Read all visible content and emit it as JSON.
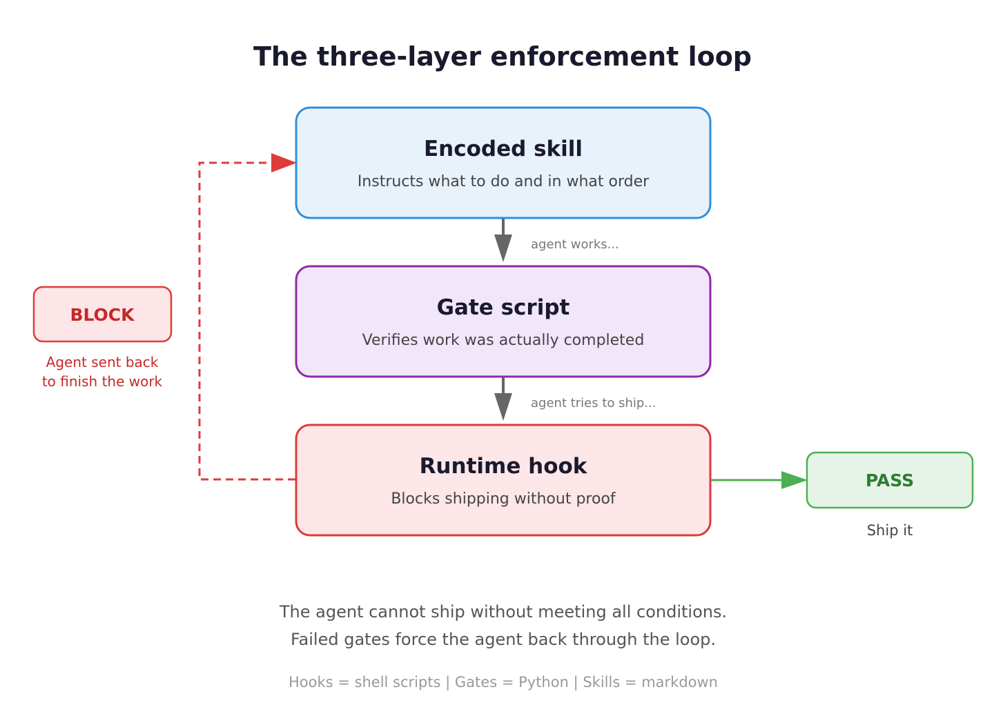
{
  "title": "The three-layer enforcement loop",
  "layers": [
    {
      "name": "Encoded skill",
      "description": "Instructs what to do and in what order",
      "border_color": "#2f8fdb",
      "fill_color": "#e8f2fb"
    },
    {
      "name": "Gate script",
      "description": "Verifies work was actually completed",
      "border_color": "#8e2aa6",
      "fill_color": "#f2e6fb"
    },
    {
      "name": "Runtime hook",
      "description": "Blocks shipping without proof",
      "border_color": "#de3b3b",
      "fill_color": "#fde6e8"
    }
  ],
  "transitions": [
    {
      "label": "agent works..."
    },
    {
      "label": "agent tries to ship..."
    }
  ],
  "block": {
    "label": "BLOCK",
    "caption_lines": [
      "Agent sent back",
      "to finish the work"
    ],
    "color": "#de3b3b"
  },
  "pass": {
    "label": "PASS",
    "caption": "Ship it",
    "color": "#4caf50"
  },
  "notes": [
    "The agent cannot ship without meeting all conditions.",
    "Failed gates force the agent back through the loop."
  ],
  "footer": "Hooks = shell scripts | Gates = Python | Skills = markdown"
}
